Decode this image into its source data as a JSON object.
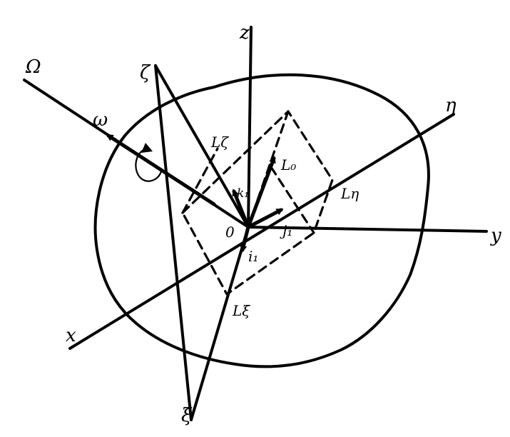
{
  "labels": {
    "axis_z": "z",
    "axis_y": "y",
    "axis_x": "x",
    "axis_eta": "η",
    "axis_zeta": "ζ",
    "axis_xi": "ξ",
    "axis_omega_cap": "Ω",
    "omega": "ω",
    "origin": "0",
    "k1": "k₁",
    "i1": "i₁",
    "j1": "j₁",
    "L0": "L₀",
    "L_zeta": "Lζ",
    "L_eta": "Lη",
    "L_xi": "Lξ"
  },
  "colors": {
    "ink": "#000000",
    "paper": "#ffffff"
  }
}
